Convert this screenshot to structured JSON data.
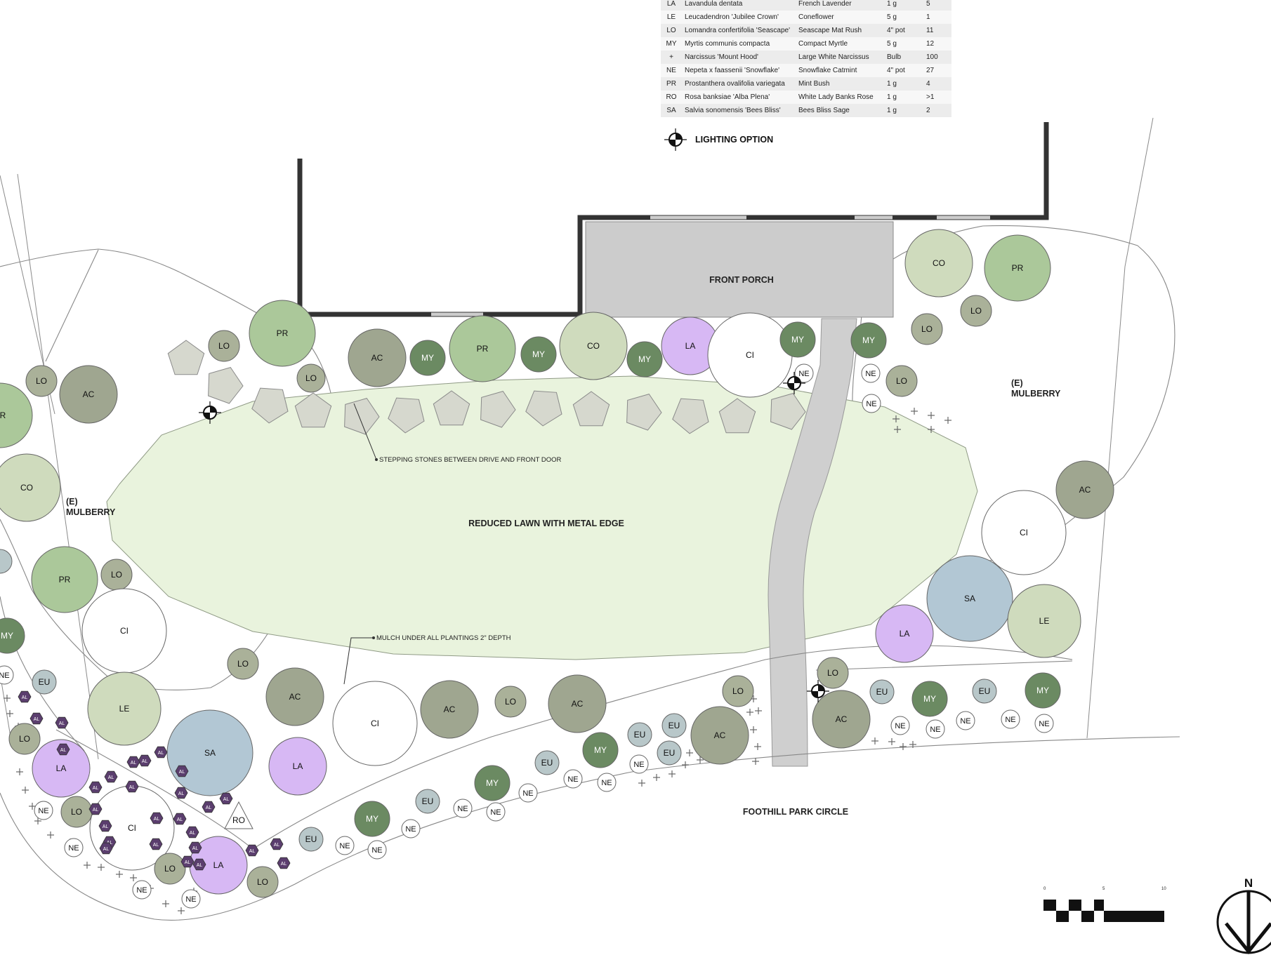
{
  "legend": {
    "rows": [
      {
        "code": "LA",
        "botanical": "Lavandula dentata",
        "common": "French Lavender",
        "size": "1 g",
        "qty": "5"
      },
      {
        "code": "LE",
        "botanical": "Leucadendron 'Jubilee Crown'",
        "common": "Coneflower",
        "size": "5 g",
        "qty": "1"
      },
      {
        "code": "LO",
        "botanical": "Lomandra confertifolia 'Seascape'",
        "common": "Seascape Mat Rush",
        "size": "4\" pot",
        "qty": "11"
      },
      {
        "code": "MY",
        "botanical": "Myrtis communis compacta",
        "common": "Compact Myrtle",
        "size": "5 g",
        "qty": "12"
      },
      {
        "code": "+",
        "botanical": "Narcissus 'Mount Hood'",
        "common": "Large White Narcissus",
        "size": "Bulb",
        "qty": "100"
      },
      {
        "code": "NE",
        "botanical": "Nepeta x faassenii 'Snowflake'",
        "common": "Snowflake Catmint",
        "size": "4\" pot",
        "qty": "27"
      },
      {
        "code": "PR",
        "botanical": "Prostanthera ovalifolia variegata",
        "common": "Mint Bush",
        "size": "1 g",
        "qty": "4"
      },
      {
        "code": "RO",
        "botanical": "Rosa banksiae 'Alba Plena'",
        "common": "White Lady Banks Rose",
        "size": "1 g",
        "qty": ">1"
      },
      {
        "code": "SA",
        "botanical": "Salvia sonomensis 'Bees Bliss'",
        "common": "Bees Bliss Sage",
        "size": "1 g",
        "qty": "2"
      }
    ],
    "lighting_label": "LIGHTING OPTION"
  },
  "labels": {
    "front_porch": "FRONT PORCH",
    "lawn": "REDUCED LAWN WITH METAL EDGE",
    "stepping_note": "STEPPING STONES BETWEEN DRIVE AND FRONT DOOR",
    "mulch_note": "MULCH UNDER ALL PLANTINGS 2\" DEPTH",
    "mulberry_e": "(E)",
    "mulberry": "MULBERRY",
    "street": "FOOTHILL PARK CIRCLE",
    "north": "N"
  },
  "scale": {
    "labels": [
      "0",
      "5",
      "10"
    ]
  },
  "colors": {
    "AC": "#9fa690",
    "PR": "#abc89a",
    "CO": "#cfdbbd",
    "LE": "#cfdbbd",
    "LO": "#aab199",
    "MY": "#6b8a62",
    "LA": "#d7b8f4",
    "SA": "#b2c7d4",
    "CI": "#ffffff",
    "EU": "#b8c7c9",
    "NE": "#ffffff",
    "AL": "#5b3e6e",
    "lawn": "#e9f3dd",
    "porch": "#cccccc",
    "drive": "#cfcfcf",
    "stone": "#d6d8ce",
    "wall": "#333333"
  }
}
